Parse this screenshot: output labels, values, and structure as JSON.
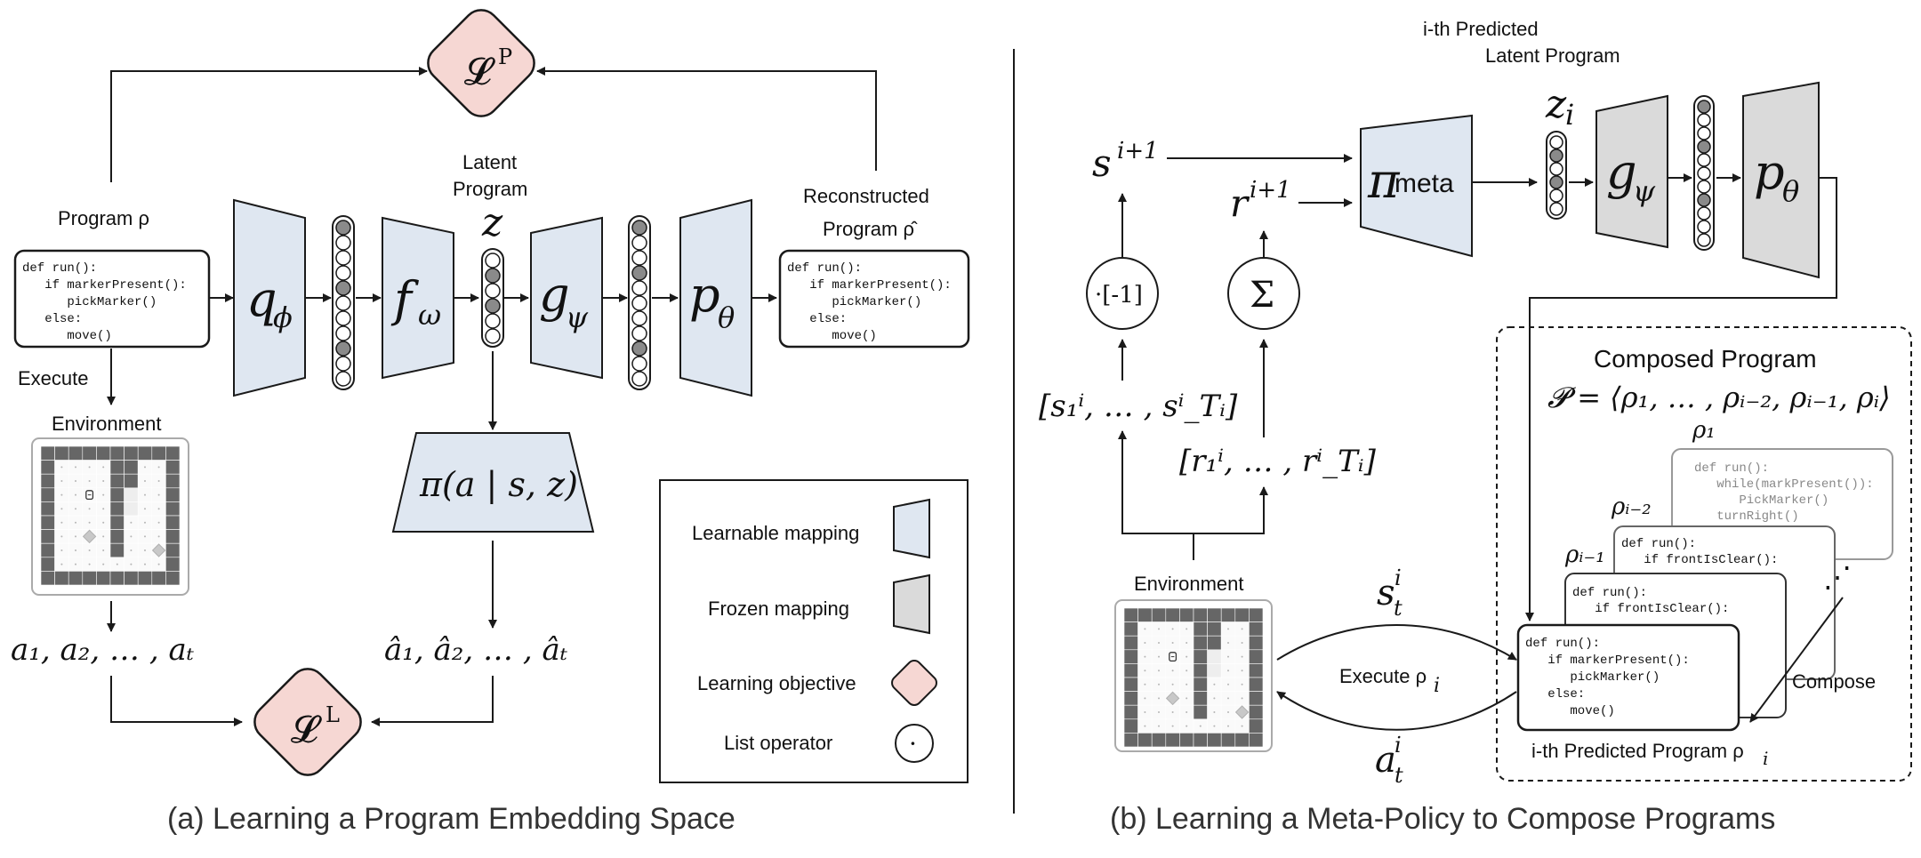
{
  "colors": {
    "learnable": "#dfe7f1",
    "frozen": "#dadada",
    "objective": "#f6d7d3",
    "stroke": "#1a1a1a",
    "grid_dark": "#666666",
    "grid_light": "#eeeeee"
  },
  "left": {
    "caption": "(a) Learning a Program Embedding Space",
    "loss_program": "𝓛",
    "loss_program_sup": "P",
    "loss_latent": "𝓛",
    "loss_latent_sup": "L",
    "program_label": "Program ρ",
    "reconstructed_label_1": "Reconstructed",
    "reconstructed_label_2": "Program ρ̂",
    "latent_label_1": "Latent",
    "latent_label_2": "Program",
    "z": "z",
    "execute": "Execute",
    "environment": "Environment",
    "encoder_q": "q",
    "encoder_q_sub": "ϕ",
    "encoder_f": "f",
    "encoder_f_sub": "ω",
    "decoder_g": "g",
    "decoder_g_sub": "ψ",
    "decoder_p": "p",
    "decoder_p_sub": "θ",
    "policy": "π(a | s, z)",
    "actions": "a₁,  a₂,  … ,  aₜ",
    "actions_hat": "â₁,  â₂,  … ,  âₜ",
    "program_code": [
      "def run():",
      "   if markerPresent():",
      "      pickMarker()",
      "   else:",
      "      move()"
    ],
    "recon_code": [
      "def run():",
      "   if markerPresent():",
      "      pickMarker()",
      "   else:",
      "      move()"
    ]
  },
  "legend": {
    "learnable": "Learnable mapping",
    "frozen": "Frozen mapping",
    "objective": "Learning objective",
    "operator": "List operator",
    "operator_symbol": "·"
  },
  "right": {
    "caption": "(b) Learning a Meta-Policy to Compose Programs",
    "pred_latent_1": "i-th Predicted",
    "pred_latent_2": "Latent Program",
    "z_i": "z",
    "z_i_sub": "i",
    "pi_meta": "π",
    "pi_meta_sub": "meta",
    "g": "g",
    "g_sub": "ψ",
    "p": "p",
    "p_sub": "θ",
    "s_next": "s",
    "s_next_sup": "i+1",
    "r_next": "r",
    "r_next_sup": "i+1",
    "neg_op": "·[-1]",
    "sum_op": "Σ",
    "states_list": "[s₁ⁱ,  … ,  sⁱ_Tᵢ]",
    "rewards_list": "[r₁ⁱ,  … ,  rⁱ_Tᵢ]",
    "environment": "Environment",
    "s_t": "s",
    "s_t_sup": "i",
    "s_t_sub": "t",
    "a_t": "a",
    "a_t_sup": "i",
    "a_t_sub": "t",
    "execute": "Execute ρ",
    "execute_sub": "i",
    "composed_title": "Composed Program",
    "composed_formula": "𝓟 = ⟨ρ₁,  … ,  ρᵢ₋₂,  ρᵢ₋₁,  ρᵢ⟩",
    "compose": "Compose",
    "pred_program": "i-th Predicted Program ρ",
    "pred_program_sub": "i",
    "rho_1": "ρ₁",
    "rho_i2": "ρᵢ₋₂",
    "rho_i1": "ρᵢ₋₁",
    "dots": "⋰",
    "card_1_code": [
      "def run():",
      "   while(markPresent()):",
      "      PickMarker()",
      "   turnRight()"
    ],
    "card_2_code": [
      "def run():",
      "   if frontIsClear():"
    ],
    "card_3_code": [
      "def run():",
      "   if frontIsClear():"
    ],
    "card_4_code": [
      "def run():",
      "   if markerPresent():",
      "      pickMarker()",
      "   else:",
      "      move()"
    ]
  }
}
